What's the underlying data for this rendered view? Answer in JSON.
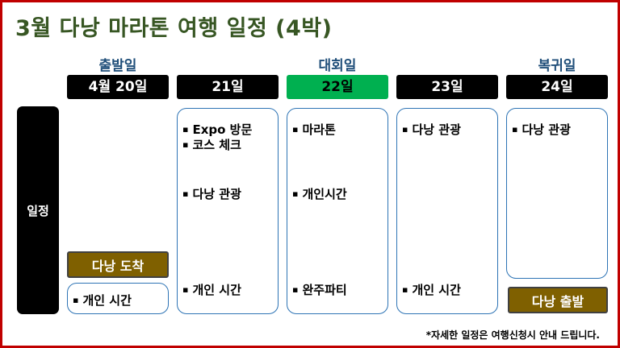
{
  "title": "3월 다낭 마라톤 여행 일정 (4박)",
  "columns": [
    {
      "label": "출발일",
      "day": "4월 20일"
    },
    {
      "label": "",
      "day": "21일"
    },
    {
      "label": "대회일",
      "day": "22일"
    },
    {
      "label": "",
      "day": "23일"
    },
    {
      "label": "복귀일",
      "day": "24일"
    }
  ],
  "side_label": "일정",
  "schedule": {
    "d20": {
      "arrival_tag": "다낭 도착",
      "item": "개인 시간"
    },
    "d21": {
      "items": [
        "Expo 방문",
        "코스 체크",
        "다낭 관광",
        "개인 시간"
      ]
    },
    "d22": {
      "items": [
        "마라톤",
        "개인시간",
        "완주파티"
      ]
    },
    "d23": {
      "items": [
        "다낭 관광",
        "개인 시간"
      ]
    },
    "d24": {
      "items": [
        "다낭 관광"
      ],
      "departure_tag": "다낭 출발"
    }
  },
  "footnote": "*자세한 일정은 여행신청시 안내 드립니다.",
  "colors": {
    "frame": "#c00000",
    "title": "#375623",
    "column_label": "#1f4e79",
    "day_bar": "#000000",
    "active_day_bar": "#00b050",
    "tag_fill": "#7f6000",
    "box_border": "#2e74b5"
  }
}
